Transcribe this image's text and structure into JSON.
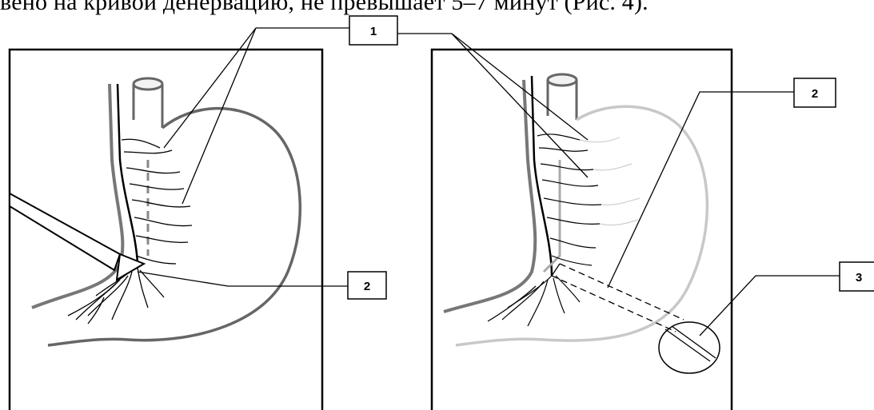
{
  "header": {
    "text": "вено на кривой денервацию, не превышает 5–7 минут (Рис. 4)."
  },
  "labels": {
    "top": "1",
    "left_bottom": "2",
    "right_top": "2",
    "right_bottom": "3"
  }
}
